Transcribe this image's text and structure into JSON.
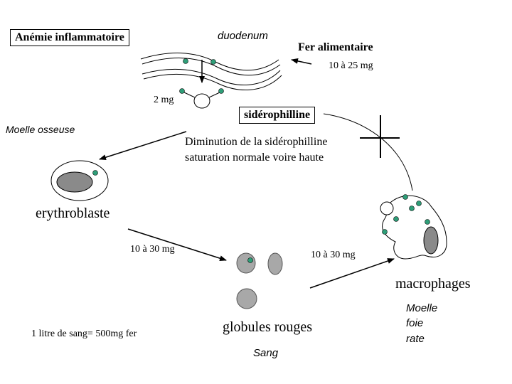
{
  "labels": {
    "anemie": "Anémie inflammatoire",
    "duodenum": "duodenum",
    "fer_alimentaire": "Fer alimentaire",
    "dose_alimentaire": "10 à 25 mg",
    "dose_2mg": "2 mg",
    "siderophilline": "sidérophilline",
    "moelle_osseuse": "Moelle osseuse",
    "diminution_line1": "Diminution de la sidérophilline",
    "diminution_line2": "saturation normale voire haute",
    "erythroblaste": "erythroblaste",
    "dose_erythro": "10 à 30 mg",
    "dose_macro": "10 à 30 mg",
    "macrophages": "macrophages",
    "globules_rouges": "globules rouges",
    "sang": "Sang",
    "litre_sang": "1 litre de sang= 500mg fer",
    "macro_loc_1": "Moelle",
    "macro_loc_2": "foie",
    "macro_loc_3": "rate"
  },
  "colors": {
    "iron_dot": "#2e9e78",
    "nucleus": "#8a8a8a",
    "line": "#000000"
  }
}
